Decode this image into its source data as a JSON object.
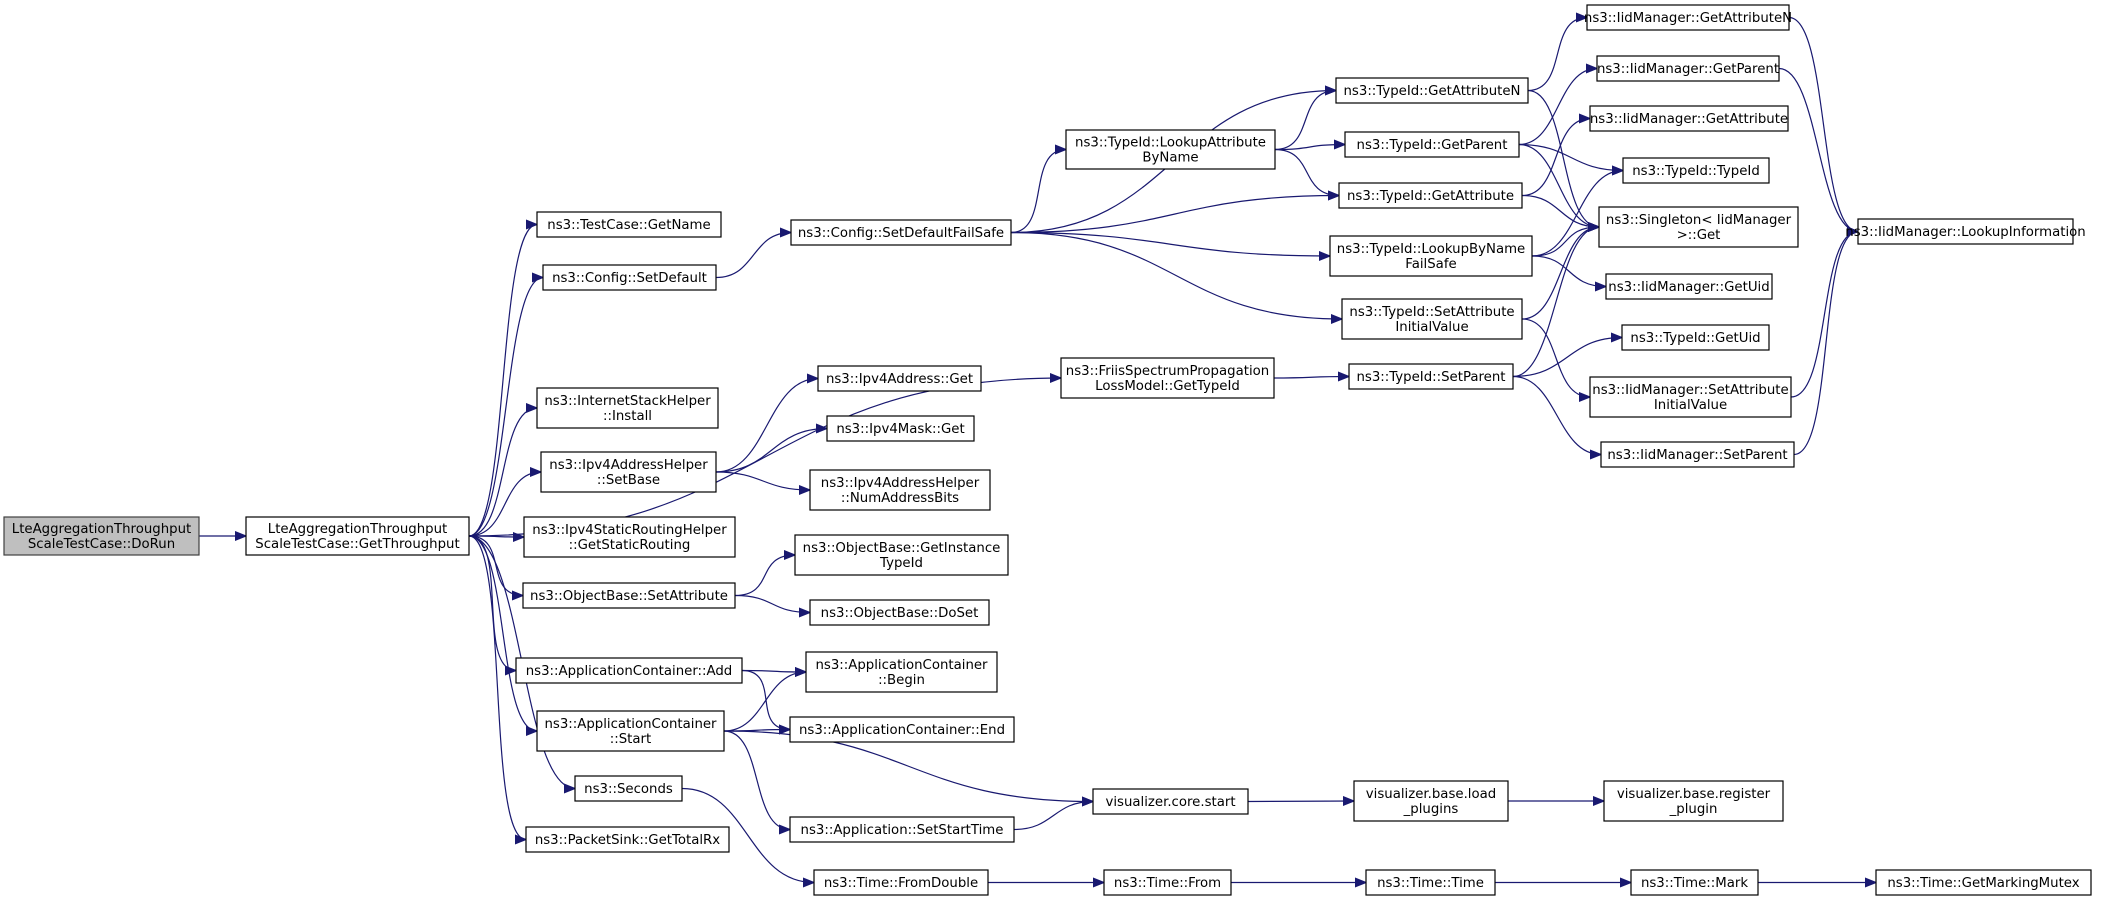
{
  "title": "",
  "colors": {
    "edge": "#191970",
    "root_fill": "#bfbfbf",
    "node_fill": "#ffffff",
    "node_stroke": "#000000"
  },
  "nodes": [
    {
      "id": "n0",
      "lines": [
        "LteAggregationThroughput",
        "ScaleTestCase::DoRun"
      ]
    },
    {
      "id": "n1",
      "lines": [
        "LteAggregationThroughput",
        "ScaleTestCase::GetThroughput"
      ]
    },
    {
      "id": "n2",
      "lines": [
        "ns3::TestCase::GetName"
      ]
    },
    {
      "id": "n3",
      "lines": [
        "ns3::Config::SetDefault"
      ]
    },
    {
      "id": "n4",
      "lines": [
        "ns3::Config::SetDefaultFailSafe"
      ]
    },
    {
      "id": "n5",
      "lines": [
        "ns3::TypeId::GetAttributeN"
      ]
    },
    {
      "id": "n6",
      "lines": [
        "ns3::IidManager::GetAttributeN"
      ]
    },
    {
      "id": "n7",
      "lines": [
        "ns3::IidManager::LookupInformation"
      ]
    },
    {
      "id": "n8",
      "lines": [
        "ns3::Singleton< IidManager",
        ">::Get"
      ]
    },
    {
      "id": "n9",
      "lines": [
        "ns3::TypeId::LookupAttribute",
        "ByName"
      ]
    },
    {
      "id": "n10",
      "lines": [
        "ns3::TypeId::GetAttribute"
      ]
    },
    {
      "id": "n11",
      "lines": [
        "ns3::IidManager::GetAttribute"
      ]
    },
    {
      "id": "n12",
      "lines": [
        "ns3::TypeId::GetParent"
      ]
    },
    {
      "id": "n13",
      "lines": [
        "ns3::IidManager::GetParent"
      ]
    },
    {
      "id": "n14",
      "lines": [
        "ns3::TypeId::TypeId"
      ]
    },
    {
      "id": "n15",
      "lines": [
        "ns3::TypeId::LookupByName",
        "FailSafe"
      ]
    },
    {
      "id": "n16",
      "lines": [
        "ns3::IidManager::GetUid"
      ]
    },
    {
      "id": "n17",
      "lines": [
        "ns3::TypeId::SetAttribute",
        "InitialValue"
      ]
    },
    {
      "id": "n18",
      "lines": [
        "ns3::IidManager::SetAttribute",
        "InitialValue"
      ]
    },
    {
      "id": "n19",
      "lines": [
        "ns3::FriisSpectrumPropagation",
        "LossModel::GetTypeId"
      ]
    },
    {
      "id": "n20",
      "lines": [
        "ns3::TypeId::SetParent"
      ]
    },
    {
      "id": "n21",
      "lines": [
        "ns3::TypeId::GetUid"
      ]
    },
    {
      "id": "n22",
      "lines": [
        "ns3::IidManager::SetParent"
      ]
    },
    {
      "id": "n23",
      "lines": [
        "ns3::InternetStackHelper",
        "::Install"
      ]
    },
    {
      "id": "n24",
      "lines": [
        "ns3::Ipv4AddressHelper",
        "::SetBase"
      ]
    },
    {
      "id": "n25",
      "lines": [
        "ns3::Ipv4Address::Get"
      ]
    },
    {
      "id": "n26",
      "lines": [
        "ns3::Ipv4Mask::Get"
      ]
    },
    {
      "id": "n27",
      "lines": [
        "ns3::Ipv4AddressHelper",
        "::NumAddressBits"
      ]
    },
    {
      "id": "n28",
      "lines": [
        "ns3::Ipv4StaticRoutingHelper",
        "::GetStaticRouting"
      ]
    },
    {
      "id": "n29",
      "lines": [
        "ns3::ObjectBase::SetAttribute"
      ]
    },
    {
      "id": "n30",
      "lines": [
        "ns3::ObjectBase::GetInstance",
        "TypeId"
      ]
    },
    {
      "id": "n31",
      "lines": [
        "ns3::ObjectBase::DoSet"
      ]
    },
    {
      "id": "n32",
      "lines": [
        "ns3::ApplicationContainer::Add"
      ]
    },
    {
      "id": "n33",
      "lines": [
        "ns3::ApplicationContainer",
        "::Begin"
      ]
    },
    {
      "id": "n34",
      "lines": [
        "ns3::ApplicationContainer::End"
      ]
    },
    {
      "id": "n35",
      "lines": [
        "ns3::ApplicationContainer",
        "::Start"
      ]
    },
    {
      "id": "n36",
      "lines": [
        "visualizer.core.start"
      ]
    },
    {
      "id": "n37",
      "lines": [
        "visualizer.base.load",
        "_plugins"
      ]
    },
    {
      "id": "n38",
      "lines": [
        "visualizer.base.register",
        "_plugin"
      ]
    },
    {
      "id": "n39",
      "lines": [
        "ns3::Application::SetStartTime"
      ]
    },
    {
      "id": "n40",
      "lines": [
        "ns3::Seconds"
      ]
    },
    {
      "id": "n41",
      "lines": [
        "ns3::Time::FromDouble"
      ]
    },
    {
      "id": "n42",
      "lines": [
        "ns3::Time::From"
      ]
    },
    {
      "id": "n43",
      "lines": [
        "ns3::Time::Time"
      ]
    },
    {
      "id": "n44",
      "lines": [
        "ns3::Time::Mark"
      ]
    },
    {
      "id": "n45",
      "lines": [
        "ns3::Time::GetMarkingMutex"
      ]
    },
    {
      "id": "n46",
      "lines": [
        "ns3::PacketSink::GetTotalRx"
      ]
    }
  ],
  "edges": [
    [
      "n0",
      "n1"
    ],
    [
      "n1",
      "n2"
    ],
    [
      "n1",
      "n3"
    ],
    [
      "n1",
      "n19"
    ],
    [
      "n1",
      "n23"
    ],
    [
      "n1",
      "n24"
    ],
    [
      "n1",
      "n28"
    ],
    [
      "n1",
      "n29"
    ],
    [
      "n1",
      "n32"
    ],
    [
      "n1",
      "n35"
    ],
    [
      "n1",
      "n40"
    ],
    [
      "n1",
      "n46"
    ],
    [
      "n3",
      "n4"
    ],
    [
      "n4",
      "n5"
    ],
    [
      "n4",
      "n9"
    ],
    [
      "n4",
      "n10"
    ],
    [
      "n4",
      "n15"
    ],
    [
      "n4",
      "n17"
    ],
    [
      "n5",
      "n6"
    ],
    [
      "n5",
      "n8"
    ],
    [
      "n6",
      "n7"
    ],
    [
      "n9",
      "n5"
    ],
    [
      "n9",
      "n10"
    ],
    [
      "n9",
      "n12"
    ],
    [
      "n10",
      "n11"
    ],
    [
      "n10",
      "n8"
    ],
    [
      "n12",
      "n13"
    ],
    [
      "n12",
      "n8"
    ],
    [
      "n12",
      "n14"
    ],
    [
      "n13",
      "n7"
    ],
    [
      "n15",
      "n8"
    ],
    [
      "n15",
      "n16"
    ],
    [
      "n15",
      "n14"
    ],
    [
      "n17",
      "n8"
    ],
    [
      "n17",
      "n18"
    ],
    [
      "n18",
      "n7"
    ],
    [
      "n19",
      "n20"
    ],
    [
      "n20",
      "n8"
    ],
    [
      "n20",
      "n21"
    ],
    [
      "n20",
      "n22"
    ],
    [
      "n22",
      "n7"
    ],
    [
      "n24",
      "n25"
    ],
    [
      "n24",
      "n26"
    ],
    [
      "n24",
      "n27"
    ],
    [
      "n29",
      "n30"
    ],
    [
      "n29",
      "n31"
    ],
    [
      "n32",
      "n33"
    ],
    [
      "n32",
      "n34"
    ],
    [
      "n35",
      "n33"
    ],
    [
      "n35",
      "n34"
    ],
    [
      "n35",
      "n36"
    ],
    [
      "n35",
      "n39"
    ],
    [
      "n36",
      "n37"
    ],
    [
      "n37",
      "n38"
    ],
    [
      "n39",
      "n36"
    ],
    [
      "n40",
      "n41"
    ],
    [
      "n41",
      "n42"
    ],
    [
      "n42",
      "n43"
    ],
    [
      "n43",
      "n44"
    ],
    [
      "n44",
      "n45"
    ]
  ]
}
